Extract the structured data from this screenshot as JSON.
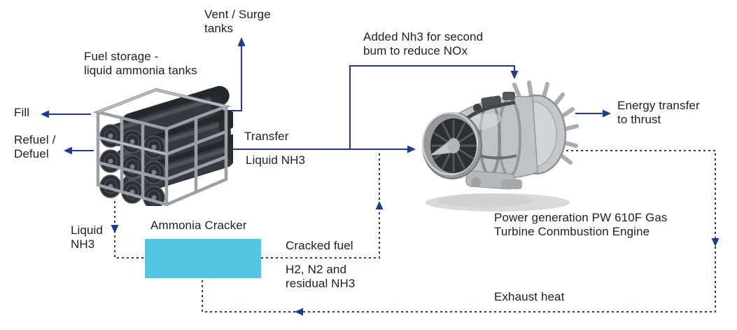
{
  "colors": {
    "line_blue": "#1d3a97",
    "text": "#1f1f1f",
    "cracker_fill": "#52c5e2",
    "background": "#ffffff"
  },
  "nodes": {
    "fuel_storage": {
      "label": "Fuel storage -\nliquid ammonia tanks",
      "image": "ammonia-tank-rack-photo"
    },
    "ammonia_cracker": {
      "label": "Ammonia Cracker"
    },
    "engine": {
      "label": "Power generation PW 610F Gas\nTurbine Conmbustion Engine",
      "image": "gas-turbine-engine-photo"
    }
  },
  "flows": {
    "vent": {
      "label": "Vent / Surge\ntanks",
      "style": "solid"
    },
    "fill": {
      "label": "Fill",
      "style": "solid"
    },
    "refuel_defuel": {
      "label": "Refuel /\nDefuel",
      "style": "solid"
    },
    "transfer": {
      "label": "Transfer",
      "sublabel": "Liquid NH3",
      "style": "solid"
    },
    "added_nh3": {
      "label": "Added Nh3 for second\nbum to reduce NOx",
      "style": "solid"
    },
    "energy_transfer": {
      "label": "Energy transfer\nto thrust",
      "style": "solid"
    },
    "liquid_nh3_to_cracker": {
      "label": "Liquid\nNH3",
      "style": "dashed"
    },
    "cracked_fuel": {
      "label": "Cracked fuel",
      "sublabel": "H2, N2 and\nresidual NH3",
      "style": "dashed"
    },
    "exhaust_heat": {
      "label": "Exhaust heat",
      "style": "dashed"
    }
  }
}
